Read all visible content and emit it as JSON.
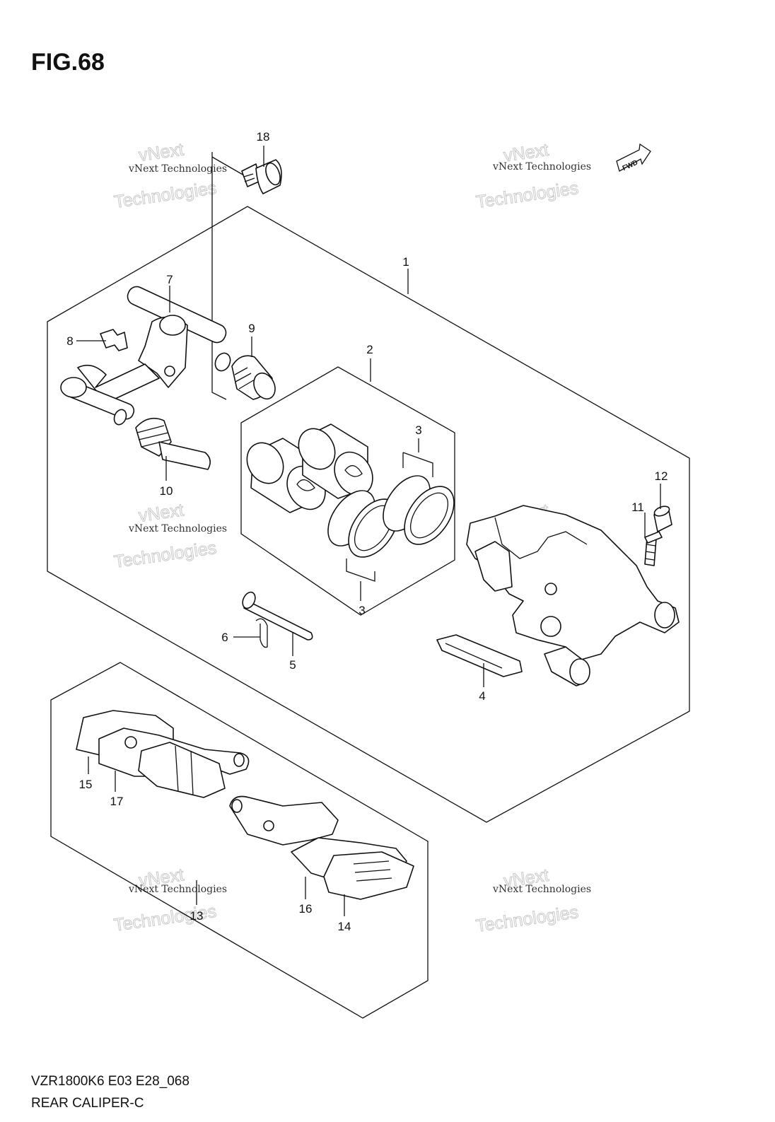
{
  "figure": {
    "title": "FIG.68",
    "footer_model": "VZR1800K6 E03 E28_068",
    "footer_name": "REAR CALIPER-C",
    "forward_marker": "FWD"
  },
  "watermark": {
    "line_small": "vNext Technologies",
    "line_big": "Technologies",
    "line_top": "vNext"
  },
  "callouts": [
    {
      "id": "1",
      "label": "1"
    },
    {
      "id": "2",
      "label": "2"
    },
    {
      "id": "3a",
      "label": "3"
    },
    {
      "id": "3b",
      "label": "3"
    },
    {
      "id": "4",
      "label": "4"
    },
    {
      "id": "5",
      "label": "5"
    },
    {
      "id": "6",
      "label": "6"
    },
    {
      "id": "7",
      "label": "7"
    },
    {
      "id": "8",
      "label": "8"
    },
    {
      "id": "9",
      "label": "9"
    },
    {
      "id": "10",
      "label": "10"
    },
    {
      "id": "11",
      "label": "11"
    },
    {
      "id": "12",
      "label": "12"
    },
    {
      "id": "13",
      "label": "13"
    },
    {
      "id": "14",
      "label": "14"
    },
    {
      "id": "15",
      "label": "15"
    },
    {
      "id": "16",
      "label": "16"
    },
    {
      "id": "17",
      "label": "17"
    },
    {
      "id": "18",
      "label": "18"
    }
  ]
}
